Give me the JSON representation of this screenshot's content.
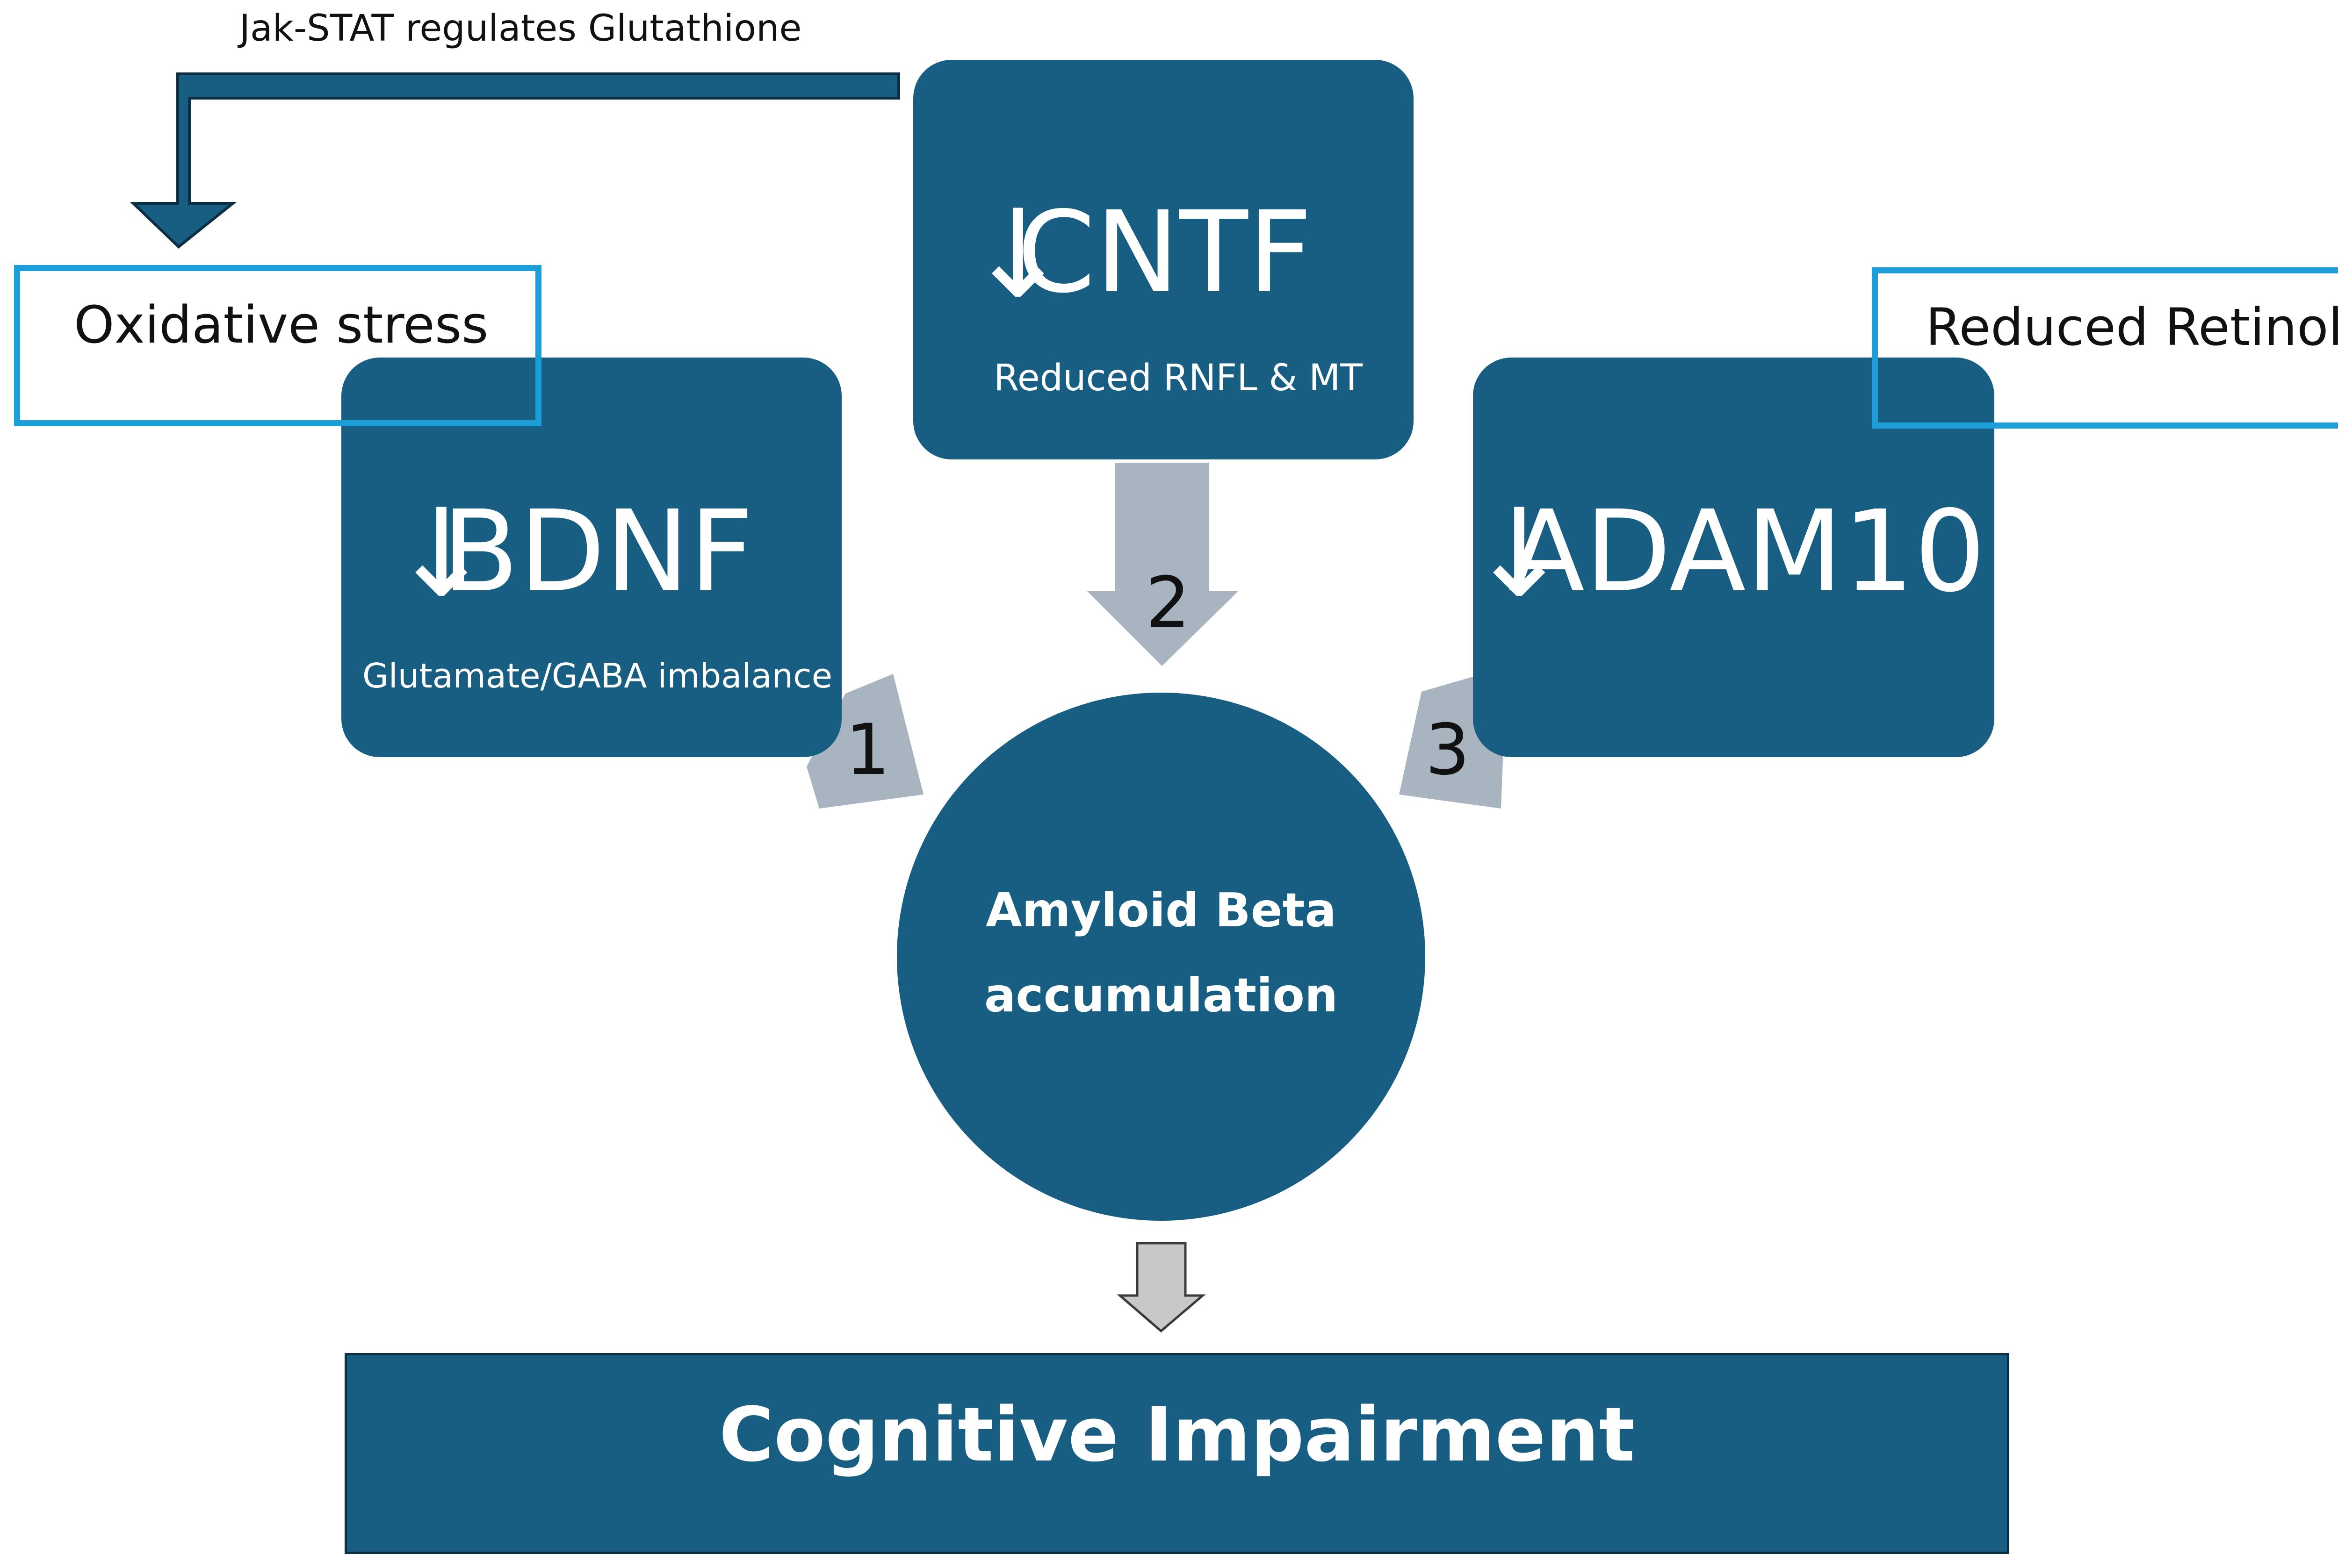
{
  "colors": {
    "box_fill": "#185e83",
    "outline_blue": "#1c9fd8",
    "arrow_gray": "#a8b4c0",
    "feedback_arrow": "#185e83",
    "text_dark": "#111111",
    "text_light": "#ffffff"
  },
  "feedback_label": "Jak-STAT regulates Glutathione",
  "oxidative_stress": "Oxidative stress",
  "reduced_retinol": "Reduced Retinol",
  "bdnf": {
    "marker": "↓",
    "name": "BDNF",
    "sub": "Glutamate/GABA imbalance"
  },
  "cntf": {
    "marker": "↓",
    "name": "CNTF",
    "sub": "Reduced RNFL & MT"
  },
  "adam10": {
    "marker": "↓",
    "name": "ADAM10"
  },
  "amyloid": {
    "line1": "Amyloid Beta",
    "line2": "accumulation"
  },
  "arrow_numbers": {
    "one": "1",
    "two": "2",
    "three": "3"
  },
  "outcome": "Cognitive Impairment"
}
